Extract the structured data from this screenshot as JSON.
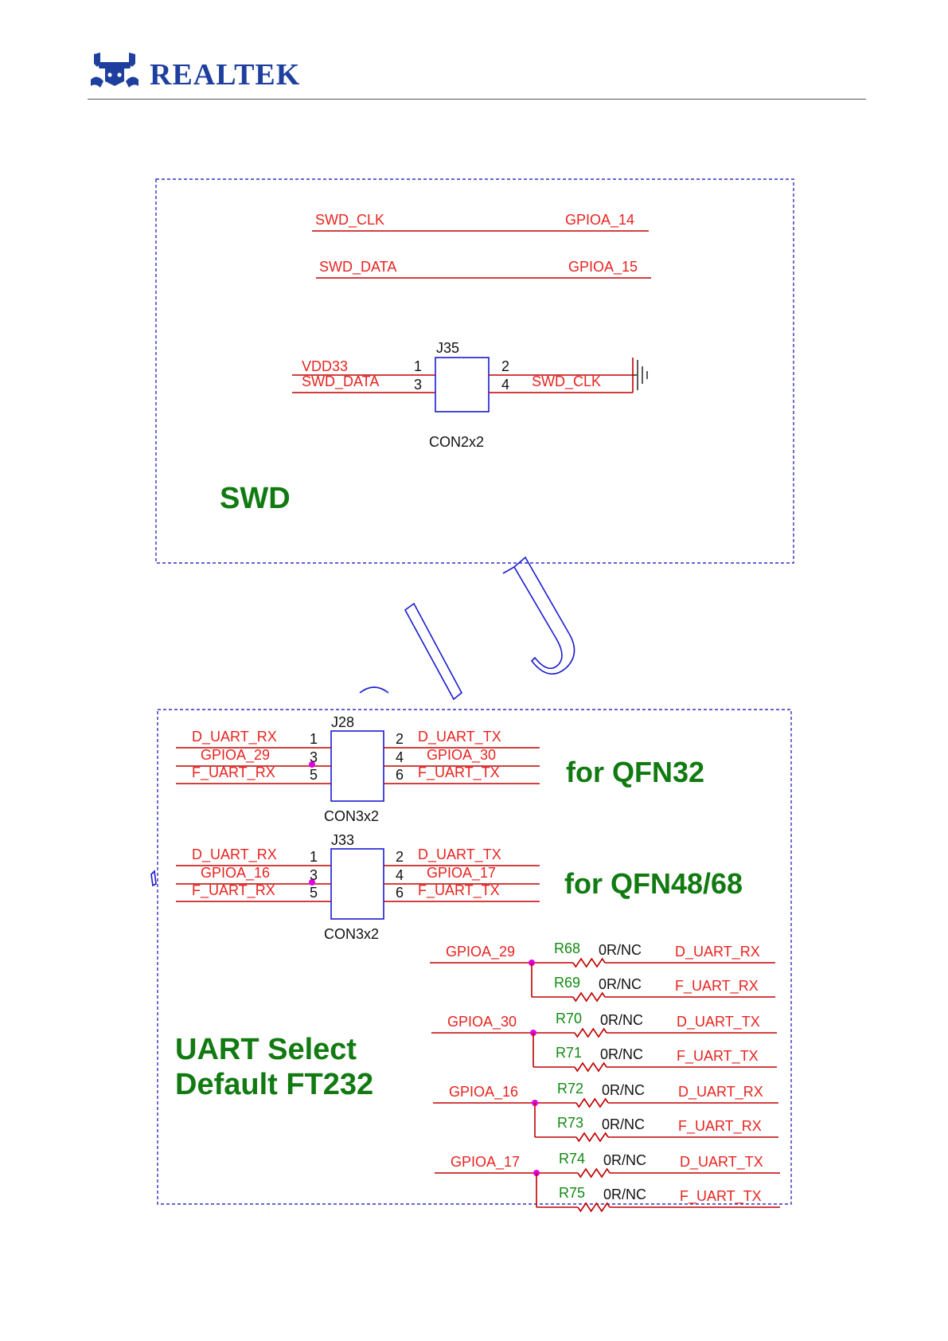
{
  "header": {
    "brand": "REALTEK",
    "colors": {
      "logo": "#1f3f9f",
      "rule": "#555555"
    }
  },
  "colors": {
    "wire": "#c00000",
    "net_label": "#e8231f",
    "section_title": "#117a11",
    "resistor_ref": "#128a12",
    "junction": "#e000e0",
    "frame": "#3030c0",
    "body_outline": "#1a1ad0"
  },
  "swd": {
    "title": "SWD",
    "nets": [
      {
        "left": "SWD_CLK",
        "right": "GPIOA_14"
      },
      {
        "left": "SWD_DATA",
        "right": "GPIOA_15"
      }
    ],
    "connector": {
      "ref": "J35",
      "type": "CON2x2",
      "pins": [
        "1",
        "2",
        "3",
        "4"
      ],
      "left_nets": [
        "VDD33",
        "SWD_DATA"
      ],
      "right_nets": [
        "SWD_CLK"
      ],
      "ground_icon": "ground-icon"
    }
  },
  "uart": {
    "title_line1": "UART Select",
    "title_line2": "Default FT232",
    "connectors": [
      {
        "ref": "J28",
        "type": "CON3x2",
        "caption": "for QFN32",
        "left_nets": [
          "D_UART_RX",
          "GPIOA_29",
          "F_UART_RX"
        ],
        "right_nets": [
          "D_UART_TX",
          "GPIOA_30",
          "F_UART_TX"
        ],
        "left_pins": [
          "1",
          "3",
          "5"
        ],
        "right_pins": [
          "2",
          "4",
          "6"
        ]
      },
      {
        "ref": "J33",
        "type": "CON3x2",
        "caption": "for QFN48/68",
        "left_nets": [
          "D_UART_RX",
          "GPIOA_16",
          "F_UART_RX"
        ],
        "right_nets": [
          "D_UART_TX",
          "GPIOA_17",
          "F_UART_TX"
        ],
        "left_pins": [
          "1",
          "3",
          "5"
        ],
        "right_pins": [
          "2",
          "4",
          "6"
        ]
      }
    ],
    "resistor_groups": [
      {
        "input": "GPIOA_29",
        "resistors": [
          {
            "ref": "R68",
            "value": "0R/NC",
            "output": "D_UART_RX"
          },
          {
            "ref": "R69",
            "value": "0R/NC",
            "output": "F_UART_RX"
          }
        ]
      },
      {
        "input": "GPIOA_30",
        "resistors": [
          {
            "ref": "R70",
            "value": "0R/NC",
            "output": "D_UART_TX"
          },
          {
            "ref": "R71",
            "value": "0R/NC",
            "output": "F_UART_TX"
          }
        ]
      },
      {
        "input": "GPIOA_16",
        "resistors": [
          {
            "ref": "R72",
            "value": "0R/NC",
            "output": "D_UART_RX"
          },
          {
            "ref": "R73",
            "value": "0R/NC",
            "output": "F_UART_RX"
          }
        ]
      },
      {
        "input": "GPIOA_17",
        "resistors": [
          {
            "ref": "R74",
            "value": "0R/NC",
            "output": "D_UART_TX"
          },
          {
            "ref": "R75",
            "value": "0R/NC",
            "output": "F_UART_TX"
          }
        ]
      }
    ]
  }
}
